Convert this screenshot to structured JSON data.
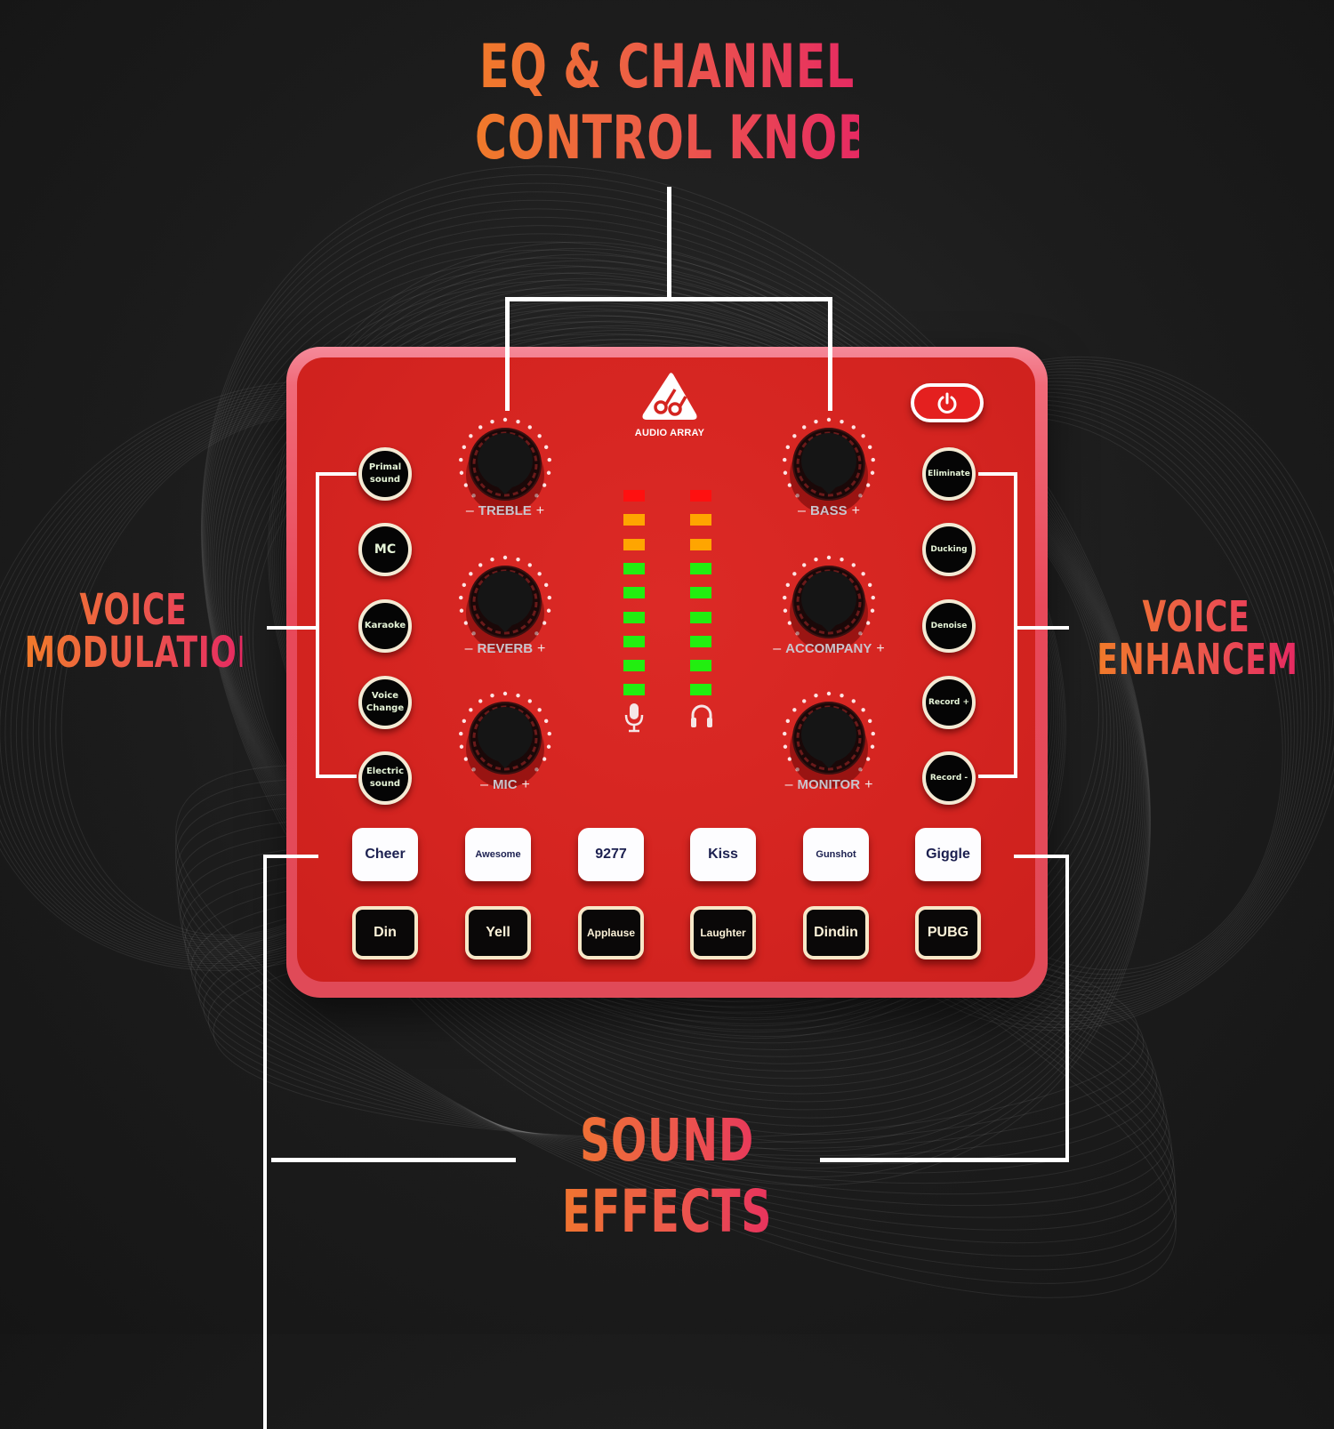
{
  "headings": {
    "top": [
      "EQ & CHANNEL",
      "CONTROL KNOBS"
    ],
    "left": [
      "VOICE",
      "MODULATIONS"
    ],
    "right": [
      "VOICE",
      "ENHANCEMENT"
    ],
    "bottom": [
      "SOUND",
      "EFFECTS"
    ]
  },
  "colors": {
    "heading_start": "#f07a2a",
    "heading_end": "#e62a62",
    "device_red": "#d42420",
    "meter_red": "#ff1010",
    "meter_orange": "#ffa500",
    "meter_green": "#22ee10"
  },
  "device": {
    "brand": "AUDIO ARRAY",
    "logo_icon": "music-note-triangle-logo",
    "power_icon": "power-icon",
    "voice_modulations": [
      {
        "line1": "Primal",
        "line2": "sound"
      },
      {
        "line1": "MC",
        "line2": ""
      },
      {
        "line1": "Karaoke",
        "line2": ""
      },
      {
        "line1": "Voice",
        "line2": "Change"
      },
      {
        "line1": "Electric",
        "line2": "sound"
      }
    ],
    "voice_enhancement": [
      "Eliminate",
      "Ducking",
      "Denoise",
      "Record +",
      "Record -"
    ],
    "knobs_left": [
      {
        "label": "TREBLE",
        "minus": "–",
        "plus": "+"
      },
      {
        "label": "REVERB",
        "minus": "–",
        "plus": "+"
      },
      {
        "label": "MIC",
        "minus": "–",
        "plus": "+"
      }
    ],
    "knobs_right": [
      {
        "label": "BASS",
        "minus": "–",
        "plus": "+"
      },
      {
        "label": "ACCOMPANY",
        "minus": "–",
        "plus": "+"
      },
      {
        "label": "MONITOR",
        "minus": "–",
        "plus": "+"
      }
    ],
    "meters": [
      {
        "name": "mic",
        "icon": "microphone-icon",
        "segments": [
          "red",
          "orange",
          "orange",
          "green",
          "green",
          "green",
          "green",
          "green",
          "green"
        ]
      },
      {
        "name": "headphone",
        "icon": "headphones-icon",
        "segments": [
          "red",
          "orange",
          "orange",
          "green",
          "green",
          "green",
          "green",
          "green",
          "green"
        ]
      }
    ],
    "effects_top": [
      "Cheer",
      "Awesome",
      "9277",
      "Kiss",
      "Gunshot",
      "Giggle"
    ],
    "effects_bottom": [
      "Din",
      "Yell",
      "Applause",
      "Laughter",
      "Dindin",
      "PUBG"
    ]
  }
}
